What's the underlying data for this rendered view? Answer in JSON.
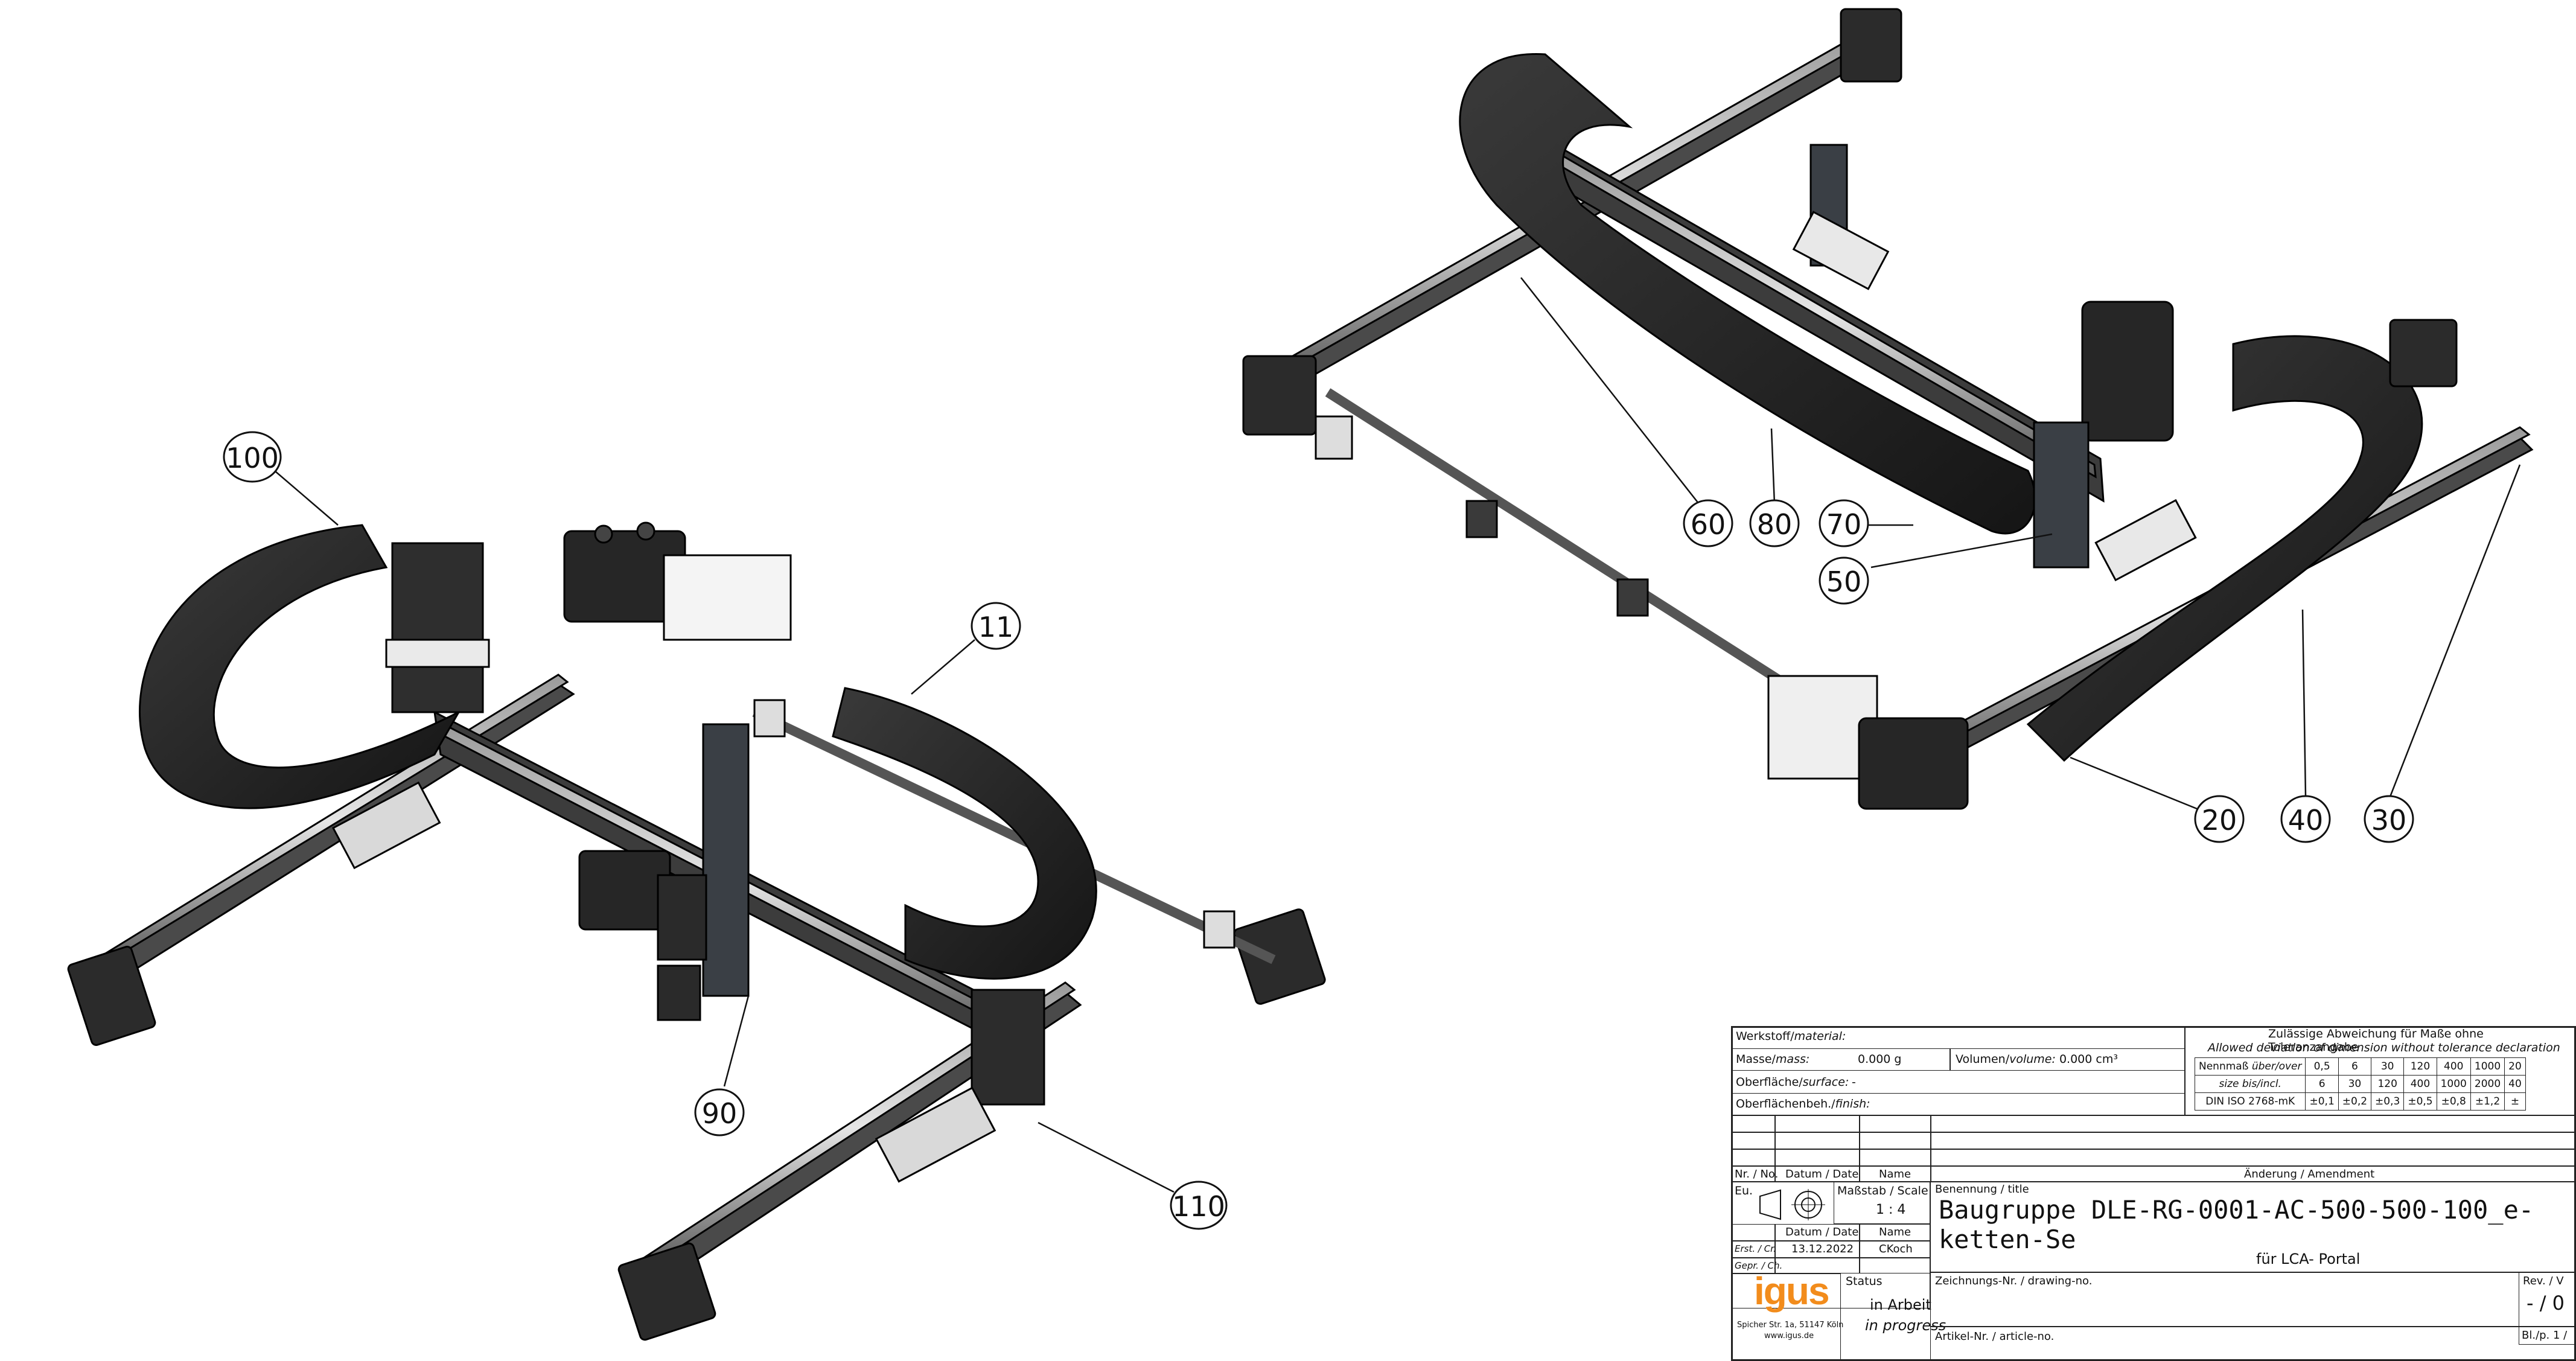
{
  "balloons": [
    {
      "id": "b100",
      "label": "100"
    },
    {
      "id": "b11",
      "label": "11"
    },
    {
      "id": "b90",
      "label": "90"
    },
    {
      "id": "b110",
      "label": "110"
    },
    {
      "id": "b60",
      "label": "60"
    },
    {
      "id": "b80",
      "label": "80"
    },
    {
      "id": "b70",
      "label": "70"
    },
    {
      "id": "b50",
      "label": "50"
    },
    {
      "id": "b20",
      "label": "20"
    },
    {
      "id": "b40",
      "label": "40"
    },
    {
      "id": "b30",
      "label": "30"
    }
  ],
  "title_block": {
    "material_label": "Werkstoff/",
    "material_label_en": "material:",
    "mass_label": "Masse/",
    "mass_label_en": "mass:",
    "mass_value": "0.000 g",
    "volume_label": "Volumen/",
    "volume_label_en": "volume:",
    "volume_value": "0.000 cm³",
    "surface_label": "Oberfläche/",
    "surface_label_en": "surface:",
    "surface_value": "-",
    "finish_label": "Oberflächenbeh./",
    "finish_label_en": "finish:",
    "tolerance_header": "Zulässige Abweichung für Maße ohne Toleranzangabe",
    "tolerance_header_en": "Allowed deviation of dimension without tolerance declaration",
    "tolerance_row_labels": [
      "Nennmaß",
      "über/over",
      "size",
      "bis/incl."
    ],
    "tolerance_over": [
      "0,5",
      "6",
      "30",
      "120",
      "400",
      "1000",
      "20"
    ],
    "tolerance_incl": [
      "6",
      "30",
      "120",
      "400",
      "1000",
      "2000",
      "40"
    ],
    "tolerance_standard": "DIN ISO 2768-mK",
    "tolerance_values": [
      "±0,1",
      "±0,2",
      "±0,3",
      "±0,5",
      "±0,8",
      "±1,2",
      "±"
    ],
    "rev_col_no": "Nr. / No.",
    "rev_col_date": "Datum / Date",
    "rev_col_name": "Name",
    "rev_col_amendment": "Änderung / Amendment",
    "eu_label": "Eu.",
    "scale_label": "Maßstab / Scale",
    "scale_value": "1 : 4",
    "date_label": "Datum / Date",
    "name_label": "Name",
    "created_label": "Erst. / Cr.",
    "created_date": "13.12.2022",
    "created_name": "CKoch",
    "checked_label": "Gepr. / Ch.",
    "title_label": "Benennung / title",
    "title_value": "Baugruppe DLE-RG-0001-AC-500-500-100_e-ketten-Se",
    "subtitle_value": "für LCA- Portal",
    "status_label": "Status",
    "status_de": "in Arbeit",
    "status_en": "in progress",
    "drawing_no_label": "Zeichnungs-Nr. / drawing-no.",
    "article_no_label": "Artikel-Nr. / article-no.",
    "rev_label": "Rev. / V",
    "rev_value": "- / 0",
    "sheet_label": "Bl./p. 1 /",
    "company_logo": "igus",
    "company_address": "Spicher Str. 1a, 51147 Köln",
    "company_web": "www.igus.de"
  }
}
